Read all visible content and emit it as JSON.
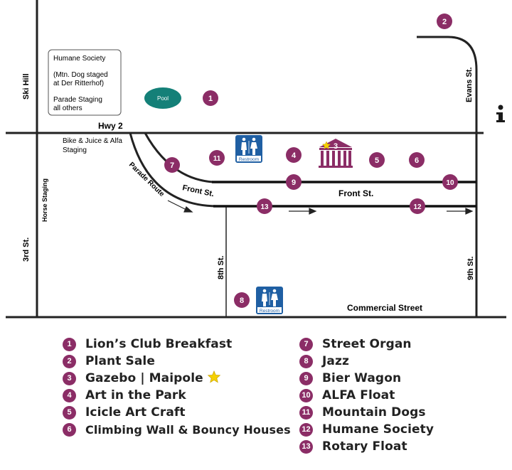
{
  "colors": {
    "marker": "#8b2d66",
    "pool": "#148078",
    "restroom": "#1f5fa3",
    "road": "#222222",
    "info": "#1a1a1a",
    "star": "#f5d000"
  },
  "streets": {
    "ski_hill": "Ski Hill",
    "hwy2": "Hwy 2",
    "third_st": "3rd St.",
    "horse_staging": "Horse Staging",
    "evans_st": "Evans St.",
    "front_st_curve": "Front St.",
    "front_st": "Front St.",
    "parade_route": "Parade Route",
    "eighth_st": "8th St.",
    "ninth_st": "9th St.",
    "commercial_st": "Commercial Street"
  },
  "map_labels": {
    "box_line1": "Humane Society",
    "box_line2": "(Mtn. Dog staged",
    "box_line3": "at Der Ritterhof)",
    "box_line4": "Parade Staging",
    "box_line5": "all others",
    "bike_line1": "Bike & Juice & Alfa",
    "bike_line2": "Staging",
    "pool": "Pool",
    "restroom": "Restroom",
    "info": "i"
  },
  "markers": [
    "1",
    "2",
    "3",
    "4",
    "5",
    "6",
    "7",
    "8",
    "9",
    "10",
    "11",
    "12",
    "13"
  ],
  "legend": [
    {
      "num": "1",
      "label": "Lion’s Club Breakfast"
    },
    {
      "num": "2",
      "label": "Plant Sale"
    },
    {
      "num": "3",
      "label": "Gazebo | Maipole"
    },
    {
      "num": "4",
      "label": "Art in the Park"
    },
    {
      "num": "5",
      "label": "Icicle Art Craft"
    },
    {
      "num": "6",
      "label": "Climbing Wall & Bouncy Houses"
    },
    {
      "num": "7",
      "label": "Street Organ"
    },
    {
      "num": "8",
      "label": "Jazz"
    },
    {
      "num": "9",
      "label": "Bier Wagon"
    },
    {
      "num": "10",
      "label": "ALFA Float"
    },
    {
      "num": "11",
      "label": "Mountain Dogs"
    },
    {
      "num": "12",
      "label": "Humane Society"
    },
    {
      "num": "13",
      "label": "Rotary Float"
    }
  ]
}
